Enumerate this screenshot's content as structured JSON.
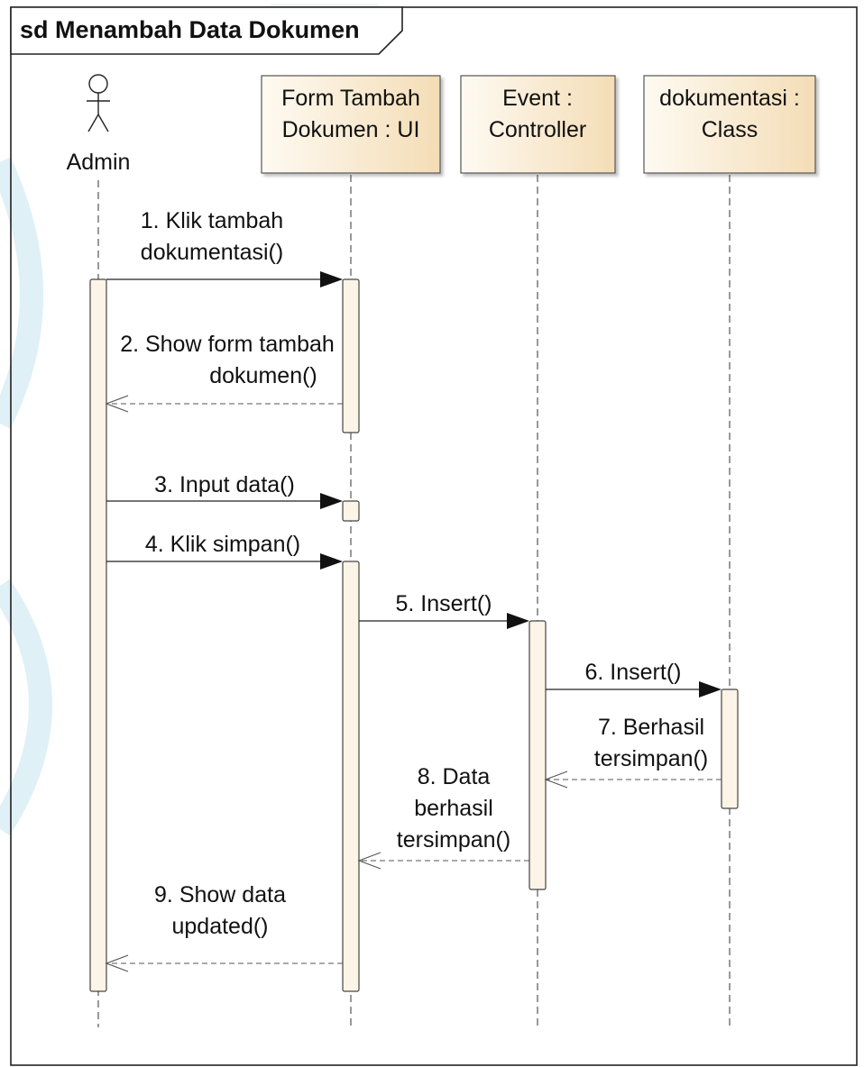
{
  "frame": {
    "title": "sd Menambah Data Dokumen"
  },
  "actor": {
    "name": "Admin"
  },
  "participants": [
    {
      "id": "ui",
      "lines": [
        "Form Tambah",
        "Dokumen : UI"
      ]
    },
    {
      "id": "controller",
      "lines": [
        "Event :",
        "Controller"
      ]
    },
    {
      "id": "class",
      "lines": [
        "dokumentasi :",
        "Class"
      ]
    }
  ],
  "messages": [
    {
      "id": "m1",
      "from": "actor",
      "to": "ui",
      "kind": "sync",
      "lines": [
        "1. Klik tambah",
        "dokumentasi()"
      ]
    },
    {
      "id": "m2",
      "from": "ui",
      "to": "actor",
      "kind": "return",
      "lines": [
        "2. Show form tambah",
        "dokumen()"
      ]
    },
    {
      "id": "m3",
      "from": "actor",
      "to": "ui",
      "kind": "sync",
      "lines": [
        "3. Input data()"
      ]
    },
    {
      "id": "m4",
      "from": "actor",
      "to": "ui",
      "kind": "sync",
      "lines": [
        "4. Klik simpan()"
      ]
    },
    {
      "id": "m5",
      "from": "ui",
      "to": "controller",
      "kind": "sync",
      "lines": [
        "5. Insert()"
      ]
    },
    {
      "id": "m6",
      "from": "controller",
      "to": "class",
      "kind": "sync",
      "lines": [
        "6. Insert()"
      ]
    },
    {
      "id": "m7",
      "from": "class",
      "to": "controller",
      "kind": "return",
      "lines": [
        "7. Berhasil",
        "tersimpan()"
      ]
    },
    {
      "id": "m8",
      "from": "controller",
      "to": "ui",
      "kind": "return",
      "lines": [
        "8. Data",
        "berhasil",
        "tersimpan()"
      ]
    },
    {
      "id": "m9",
      "from": "ui",
      "to": "actor",
      "kind": "return",
      "lines": [
        "9. Show data",
        "updated()"
      ]
    }
  ],
  "colors": {
    "participant_fill_light": "#fefaf2",
    "participant_fill_dark": "#f4ddb6",
    "activation_fill": "#fcf4e6",
    "line": "#222222",
    "return_line": "#555555",
    "watermark": "#dff0f6"
  }
}
